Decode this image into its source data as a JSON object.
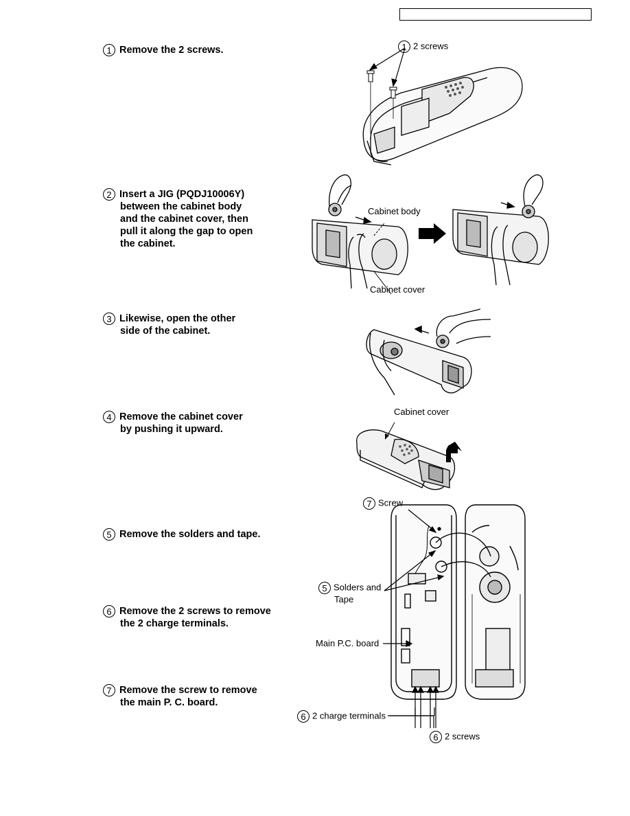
{
  "header": {
    "box_text": ""
  },
  "steps": [
    {
      "num": "1",
      "lines": [
        "Remove the 2 screws."
      ]
    },
    {
      "num": "2",
      "lines": [
        "Insert a JIG (PQDJ10006Y)",
        "between the cabinet body",
        "and the cabinet cover, then",
        "pull it along the gap to open",
        "the cabinet."
      ]
    },
    {
      "num": "3",
      "lines": [
        "Likewise, open the other",
        "side of the cabinet."
      ]
    },
    {
      "num": "4",
      "lines": [
        "Remove the cabinet cover",
        "by pushing it upward."
      ]
    },
    {
      "num": "5",
      "lines": [
        "Remove the solders and tape."
      ]
    },
    {
      "num": "6",
      "lines": [
        "Remove the 2 screws to remove",
        "the 2 charge terminals."
      ]
    },
    {
      "num": "7",
      "lines": [
        "Remove the screw to remove",
        "the main P. C. board."
      ]
    }
  ],
  "callouts": {
    "fig1_screws": {
      "num": "1",
      "text": "2 screws"
    },
    "fig2_body": {
      "text": "Cabinet body"
    },
    "fig2_cover": {
      "text": "Cabinet cover"
    },
    "fig4_cover": {
      "text": "Cabinet cover"
    },
    "fig5_screw": {
      "num": "7",
      "text": "Screw"
    },
    "fig5_solders": {
      "num": "5",
      "text": "Solders and"
    },
    "fig5_tape": {
      "text": "Tape"
    },
    "fig5_board": {
      "text": "Main P.C. board"
    },
    "fig5_terminals": {
      "num": "6",
      "text": "2 charge terminals"
    },
    "fig5_screws": {
      "num": "6",
      "text": "2 screws"
    }
  }
}
